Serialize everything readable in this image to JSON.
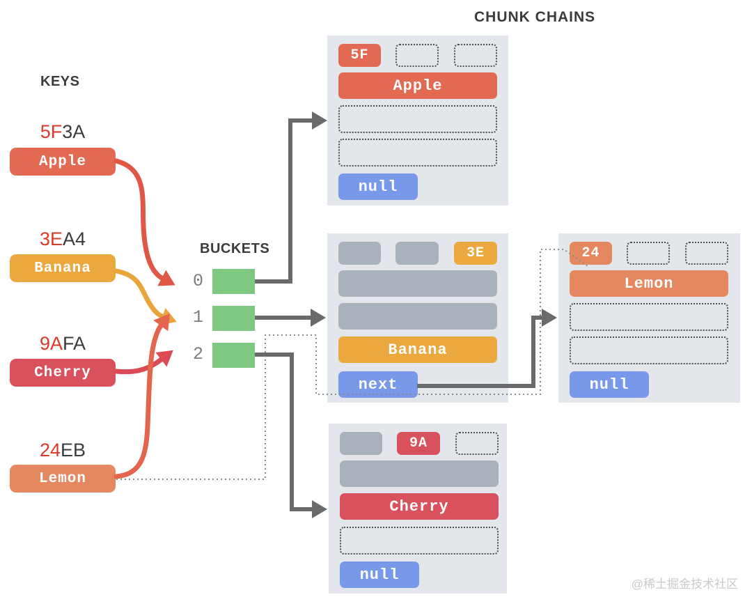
{
  "title": "CHUNK CHAINS",
  "keys_section": {
    "heading": "KEYS"
  },
  "buckets_section": {
    "heading": "BUCKETS",
    "buckets": [
      {
        "label": "0"
      },
      {
        "label": "1"
      },
      {
        "label": "2"
      }
    ]
  },
  "keys": [
    {
      "hash_prefix": "5F",
      "hash_suffix": "3A",
      "name": "Apple",
      "color": "#e26a52"
    },
    {
      "hash_prefix": "3E",
      "hash_suffix": "A4",
      "name": "Banana",
      "color": "#eaa83e"
    },
    {
      "hash_prefix": "9A",
      "hash_suffix": "FA",
      "name": "Cherry",
      "color": "#d9515c"
    },
    {
      "hash_prefix": "24",
      "hash_suffix": "EB",
      "name": "Lemon",
      "color": "#e6885f"
    }
  ],
  "chunks": [
    {
      "tag": "5F",
      "value": "Apple",
      "pointer": "null",
      "color": "#e26a52"
    },
    {
      "tag": "3E",
      "value": "Banana",
      "pointer": "next",
      "color": "#eaa83e"
    },
    {
      "tag": "24",
      "value": "Lemon",
      "pointer": "null",
      "color": "#e6885f"
    },
    {
      "tag": "9A",
      "value": "Cherry",
      "pointer": "null",
      "color": "#d9515c"
    }
  ],
  "colors": {
    "chunk_background": "#e3e6ea",
    "filled_slot_gray": "#a9b1bb",
    "pointer_blue": "#7898ea",
    "bucket_green": "#7ec981",
    "connector_gray": "#696a6c",
    "hash_prefix_red": "#d93a2b",
    "text_dark": "#3b3b3d",
    "arrow_apple": "#e15746",
    "arrow_banana": "#e9a43c",
    "arrow_cherry": "#dc4b55",
    "arrow_lemon": "#e3654c",
    "dotted_trace": "#8a8a8a"
  },
  "watermark": "@稀土掘金技术社区"
}
